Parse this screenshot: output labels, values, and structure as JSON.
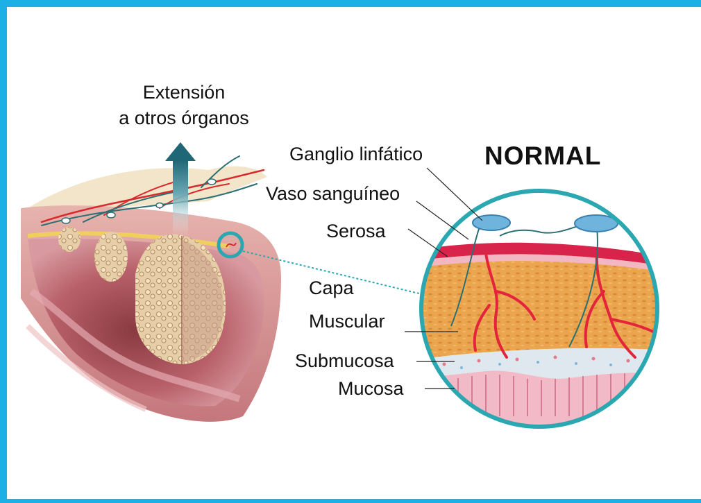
{
  "title": "NORMAL",
  "extension_label": {
    "line1": "Extensión",
    "line2": "a otros órganos"
  },
  "labels": {
    "ganglio": "Ganglio linfático",
    "vaso": "Vaso sanguíneo",
    "serosa": "Serosa",
    "capa_line1": "Capa",
    "capa_line2": "Muscular",
    "submucosa": "Submucosa",
    "mucosa": "Mucosa"
  },
  "colors": {
    "frame_border": "#1db0e6",
    "lens_ring": "#2aa7b0",
    "muscle": "#e9a24a",
    "serosa": "#d8234a",
    "vessel": "#e3243b",
    "lymph_node": "#6fb4dd",
    "mucosa": "#f2b9c7",
    "arrow": "#2f7d8c"
  }
}
